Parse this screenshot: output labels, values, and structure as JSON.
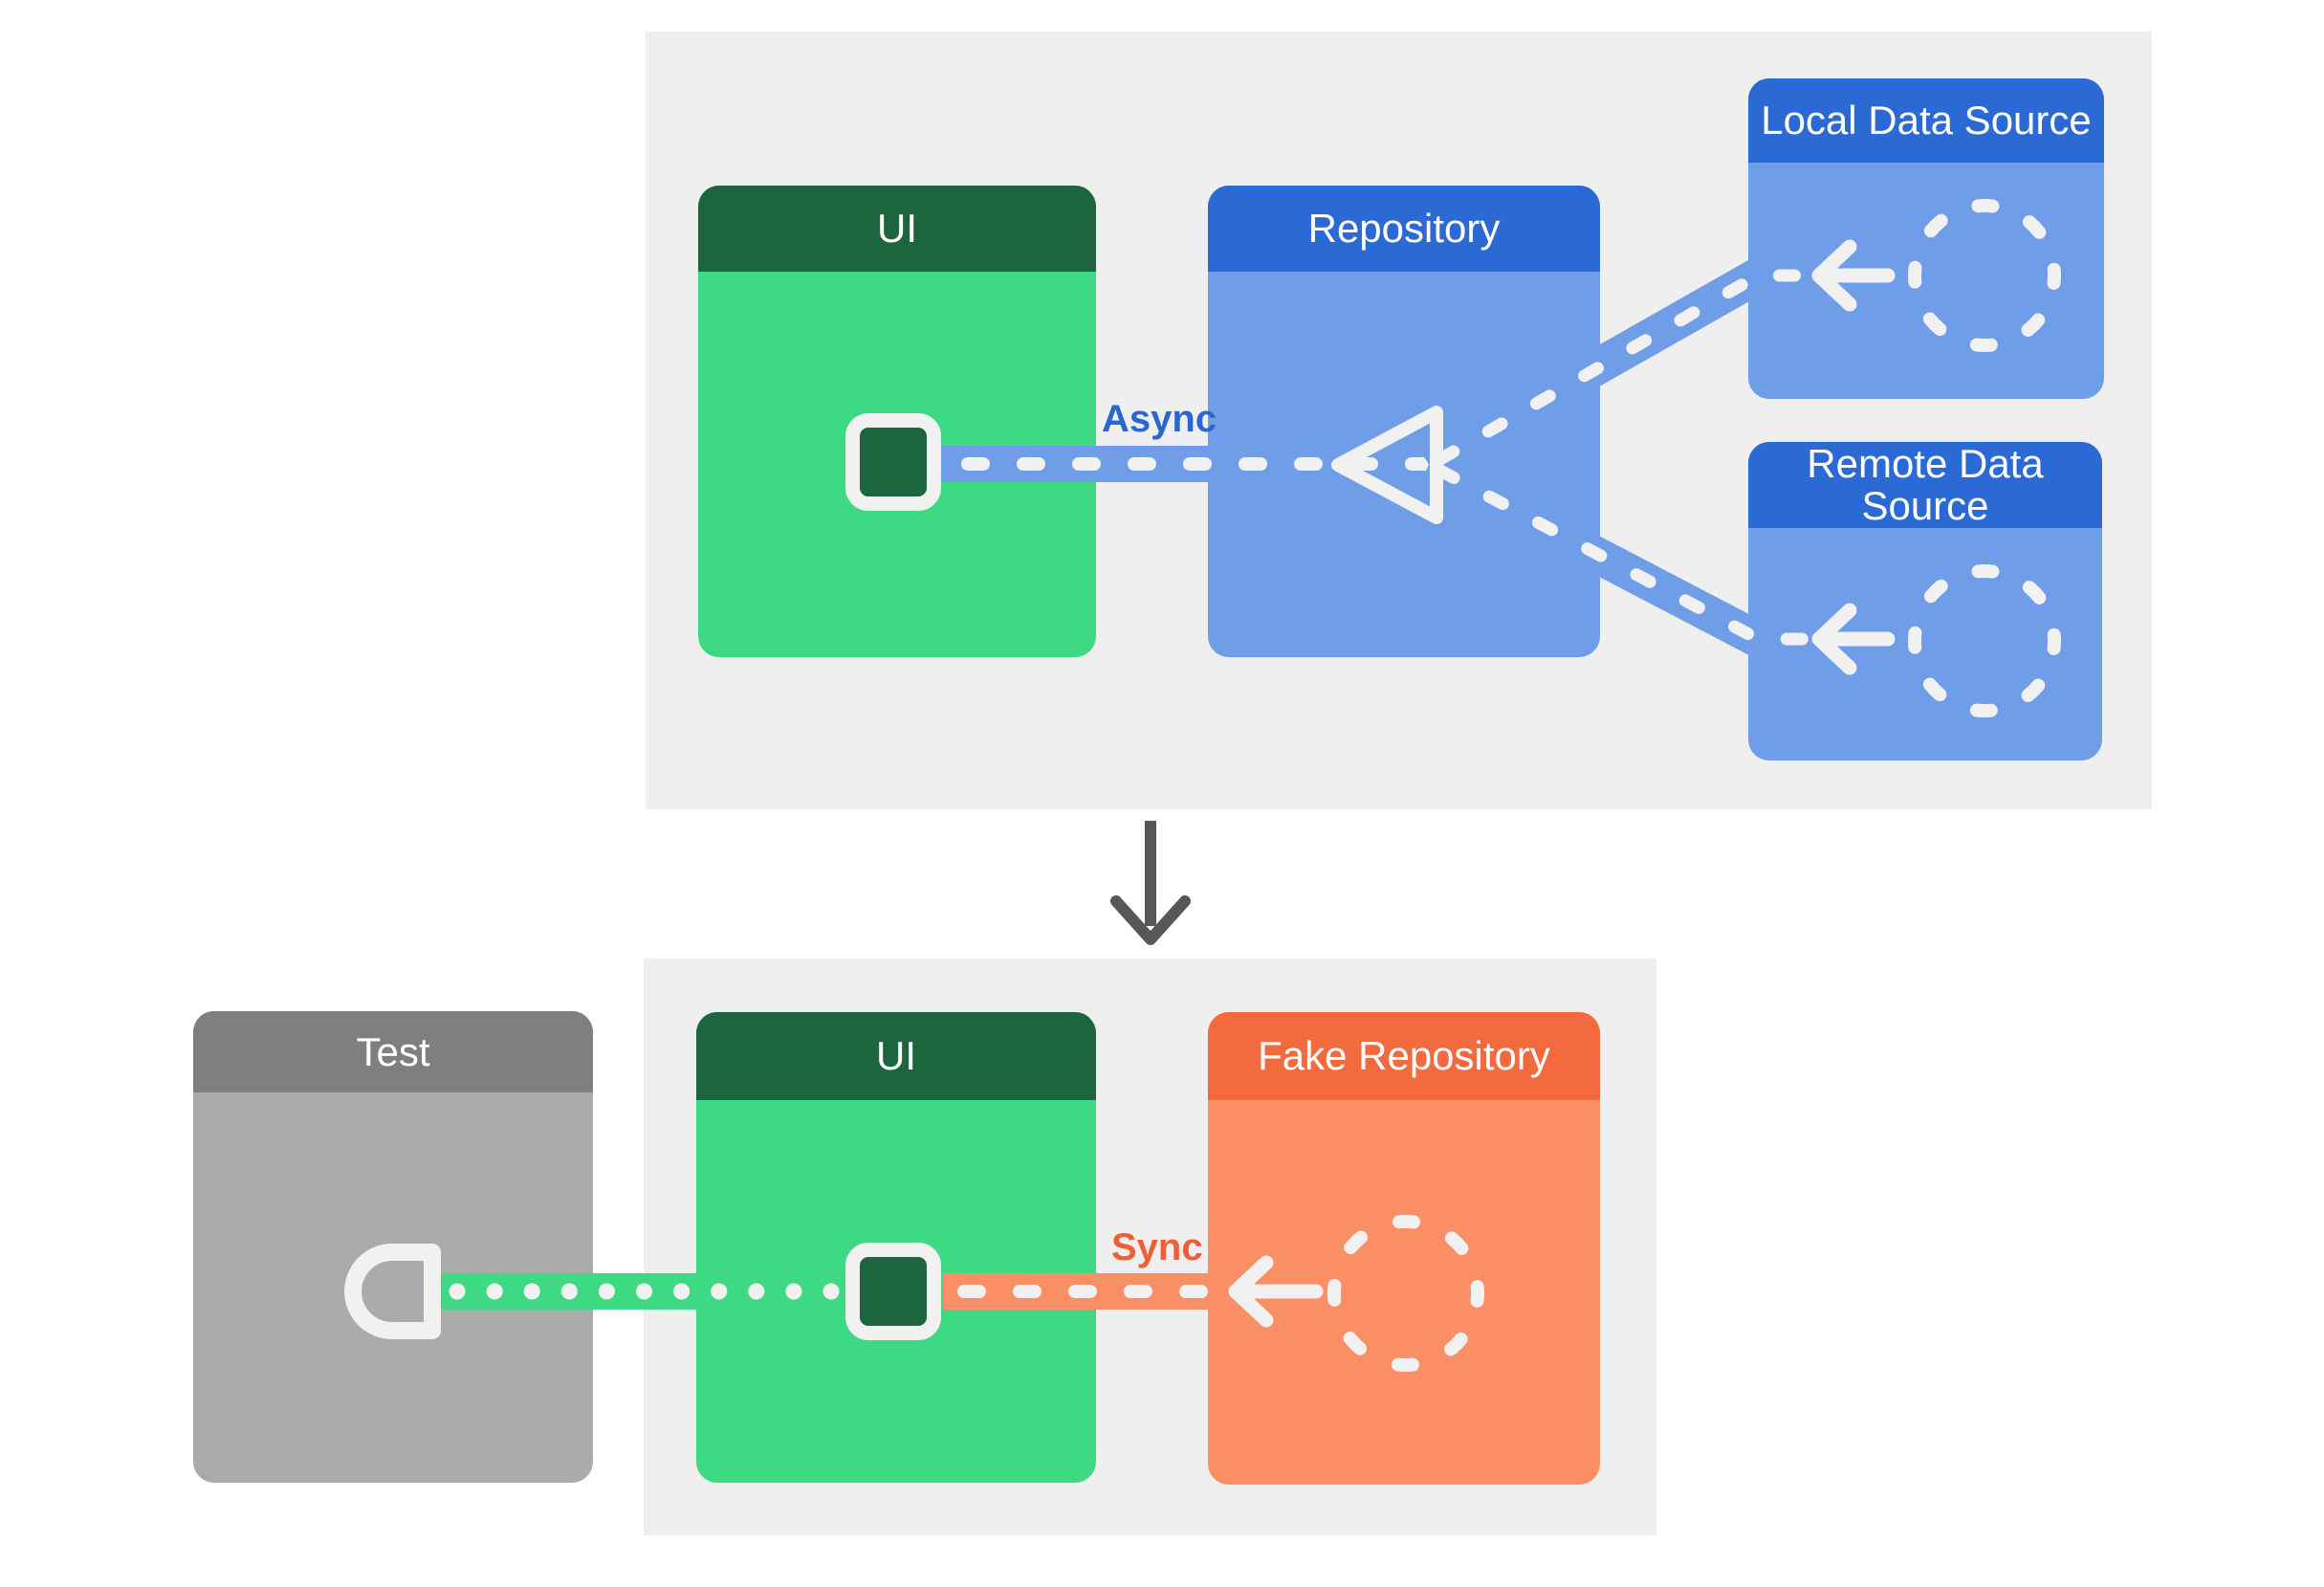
{
  "colors": {
    "page_background": "#ffffff",
    "panel_background": "#efefef",
    "green_header": "#1d653e",
    "green_body": "#3ed983",
    "blue_header": "#2b69d4",
    "blue_body": "#6f9de8",
    "orange_header": "#f26a3d",
    "orange_body": "#fa8e65",
    "gray_header": "#7f7f7f",
    "gray_body": "#ababab",
    "connector_white": "#f1f1f1",
    "async_label_color": "#2a67cf",
    "sync_label_color": "#f05e35",
    "flow_arrow_color": "#575757"
  },
  "top_panel": {
    "cards": {
      "ui": {
        "title": "UI",
        "icon": "widget-icon"
      },
      "repository": {
        "title": "Repository",
        "icon": "merge-triangle-icon"
      },
      "local_data_source": {
        "title": "Local Data Source",
        "icon": "dashed-circle-icon"
      },
      "remote_data_source": {
        "title": "Remote Data Source",
        "icon": "dashed-circle-icon"
      }
    },
    "connector_label": "Async"
  },
  "flow": {
    "between_panels_icon": "down-arrow-icon"
  },
  "bottom_panel": {
    "cards": {
      "test": {
        "title": "Test",
        "icon": "socket-icon"
      },
      "ui": {
        "title": "UI",
        "icon": "widget-icon"
      },
      "fake_repository": {
        "title": "Fake Repository",
        "icon": "dashed-circle-icon"
      }
    },
    "connector_label": "Sync"
  }
}
